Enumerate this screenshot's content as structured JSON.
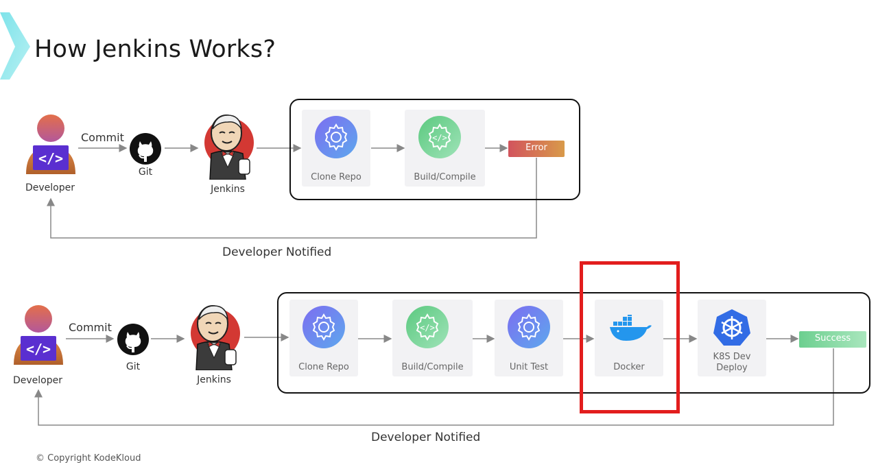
{
  "title": "How Jenkins Works?",
  "row1": {
    "developer_label": "Developer",
    "commit_label": "Commit",
    "git_label": "Git",
    "jenkins_label": "Jenkins",
    "stages": [
      "Clone Repo",
      "Build/Compile"
    ],
    "result_label": "Error",
    "notified_label": "Developer Notified"
  },
  "row2": {
    "developer_label": "Developer",
    "commit_label": "Commit",
    "git_label": "Git",
    "jenkins_label": "Jenkins",
    "stages": [
      "Clone Repo",
      "Build/Compile",
      "Unit Test",
      "Docker",
      "K8S Dev\nDeploy"
    ],
    "result_label": "Success",
    "notified_label": "Developer Notified"
  },
  "copyright": "© Copyright KodeKloud",
  "colors": {
    "error": "#cf5a55",
    "success": "#7ed89a",
    "highlight": "#e21d1d",
    "gear_blue": "#6f7fe8",
    "gear_green": "#64c98a",
    "k8s_blue": "#326ce5",
    "docker_blue": "#2496ed"
  }
}
